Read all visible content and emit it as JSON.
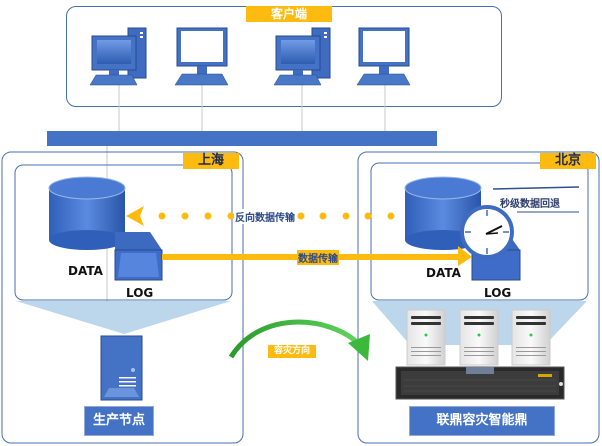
{
  "client": {
    "title": "客户端",
    "computers": [
      {
        "type": "desktop-tower"
      },
      {
        "type": "monitor"
      },
      {
        "type": "desktop-tower"
      },
      {
        "type": "monitor"
      }
    ]
  },
  "shanghai": {
    "title": "上海",
    "db_label": "DATA",
    "log_label": "LOG",
    "node_label": "生产节点"
  },
  "beijing": {
    "title": "北京",
    "db_label": "DATA",
    "log_label": "LOG",
    "rollback_label": "秒级数据回退",
    "appliance_label": "联鼎容灾智能鼎"
  },
  "arrows": {
    "reverse_transfer": "反向数据传输",
    "transfer": "数据传输",
    "dr_direction": "容灾方向"
  },
  "colors": {
    "accent": "#fdbb10",
    "primary": "#4472c4",
    "border": "#4a6fb0",
    "green": "#3cb83c"
  }
}
